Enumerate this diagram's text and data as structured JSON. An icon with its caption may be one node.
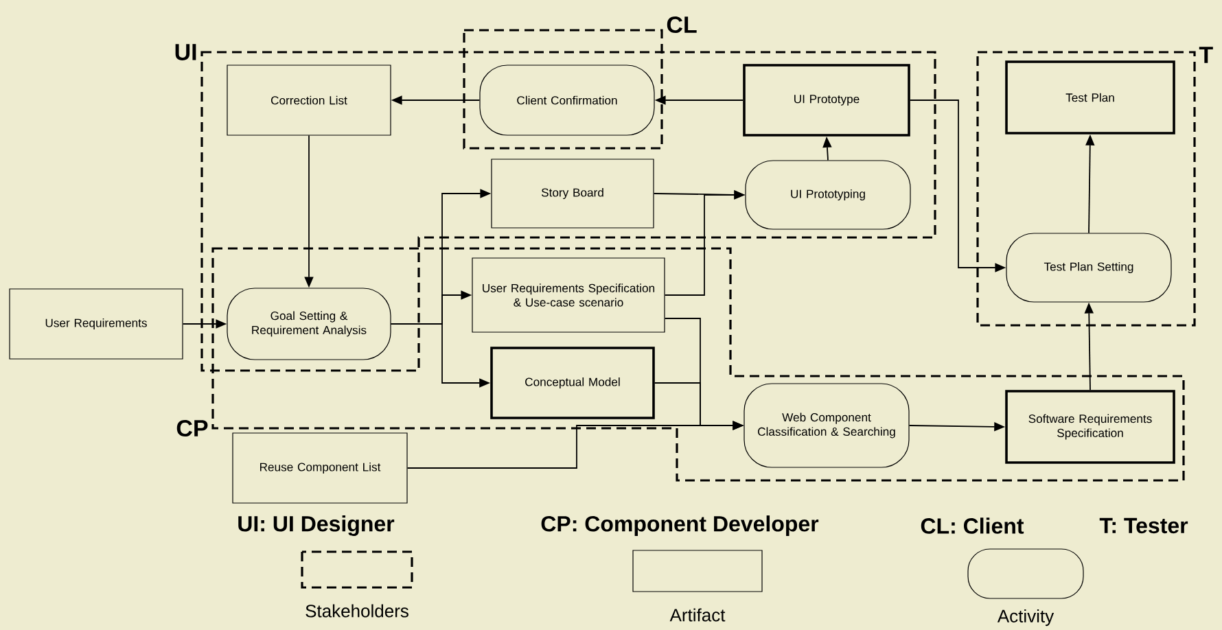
{
  "diagram": {
    "nodes": [
      {
        "text": [
          "User Requirements"
        ]
      },
      {
        "text": [
          "Correction List"
        ]
      },
      {
        "text": [
          "Client Confirmation"
        ]
      },
      {
        "text": [
          "UI Prototype"
        ]
      },
      {
        "text": [
          "Story Board"
        ]
      },
      {
        "text": [
          "UI Prototyping"
        ]
      },
      {
        "text": [
          "Goal Setting & Requirement Analysis"
        ]
      },
      {
        "text": [
          "User Requirements Specification & Use-case scenario"
        ]
      },
      {
        "text": [
          "Conceptual Model"
        ]
      },
      {
        "text": [
          "Reuse Component List"
        ]
      },
      {
        "text": [
          "Web Component Classification & Searching"
        ]
      },
      {
        "text": [
          "Software Requirements Specification"
        ]
      },
      {
        "text": [
          "Test Plan"
        ]
      },
      {
        "text": [
          "Test Plan Setting"
        ]
      }
    ],
    "edges": [
      {
        "from": 2,
        "to": 1,
        "arrow": "to"
      },
      {
        "from": 3,
        "to": 2,
        "arrow": "to"
      },
      {
        "from": 1,
        "to": 6,
        "arrow": "to"
      },
      {
        "from": 0,
        "to": 6,
        "arrow": "to"
      },
      {
        "from": 6,
        "to": 4,
        "arrow": "to"
      },
      {
        "from": 6,
        "to": 7,
        "arrow": "to"
      },
      {
        "from": 6,
        "to": 8,
        "arrow": "to"
      },
      {
        "from": 4,
        "to": 5,
        "arrow": "to"
      },
      {
        "from": 7,
        "to": 5,
        "arrow": "to"
      },
      {
        "from": 5,
        "to": 3,
        "arrow": "to"
      },
      {
        "from": 3,
        "to": 13,
        "arrow": "to"
      },
      {
        "from": 7,
        "to": 10,
        "arrow": "to"
      },
      {
        "from": 8,
        "to": 10,
        "arrow": "to"
      },
      {
        "from": 9,
        "to": 10,
        "arrow": "to"
      },
      {
        "from": 10,
        "to": 11,
        "arrow": "to"
      },
      {
        "from": 11,
        "to": 13,
        "arrow": "to"
      },
      {
        "from": 13,
        "to": 12,
        "arrow": "to"
      }
    ],
    "labels": [
      "CL",
      "UI",
      "T",
      "CP",
      "UI: UI Designer",
      "CP: Component Developer",
      "CL: Client",
      "T: Tester"
    ],
    "legend": [
      {
        "text": "Stakeholders"
      },
      {
        "text": "Artifact"
      },
      {
        "text": "Activity"
      }
    ]
  }
}
